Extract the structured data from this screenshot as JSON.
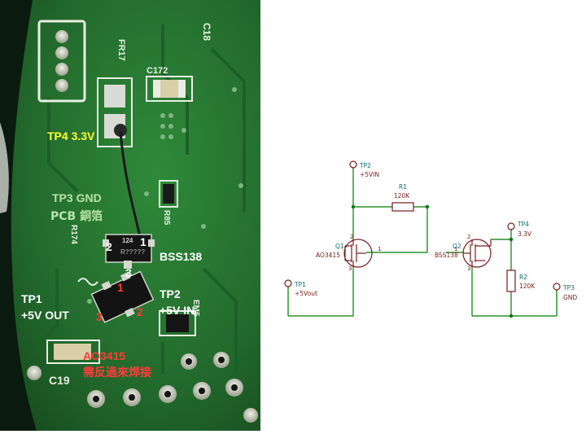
{
  "photo": {
    "silkscreen": {
      "fr17": "FR17",
      "c172": "C172",
      "c18": "C18",
      "r85": "R85",
      "r174": "R174",
      "c19": "C19",
      "em5": "EM5",
      "chip_top": "124",
      "chip_mid": "R?????"
    },
    "labels": {
      "tp4": "TP4 3.3V",
      "tp3": "TP3 GND",
      "pcb": "PCB  銅箔",
      "bss138": "BSS138",
      "tp1a": "TP1",
      "tp1b": "+5V OUT",
      "tp2a": "TP2",
      "tp2b": "+5V IN",
      "ao3415": "AO3415",
      "note": "需反過來焊接",
      "pin_q2_2": "2",
      "pin_q2_1": "1",
      "pin_q2_3": "3",
      "pin_q1_1": "1",
      "pin_q1_2": "2",
      "pin_q1_3": "3"
    }
  },
  "schematic": {
    "tp2": {
      "ref": "TP2",
      "val": "+5VIN"
    },
    "r1": {
      "ref": "R1",
      "val": "120K"
    },
    "q1": {
      "ref": "Q1",
      "val": "AO3415",
      "pin1": "1",
      "pin2": "2",
      "pin3": "3"
    },
    "q2": {
      "ref": "Q2",
      "val": "BSS138",
      "pin1": "1",
      "pin2": "2",
      "pin3": "3"
    },
    "tp4": {
      "ref": "TP4",
      "val": "3.3V"
    },
    "r2": {
      "ref": "R2",
      "val": "120K"
    },
    "tp1": {
      "ref": "TP1",
      "val": "+5Vout"
    },
    "tp3": {
      "ref": "TP3",
      "val": "GND"
    },
    "colors": {
      "wire": "#007a00",
      "component": "#7a1b1b",
      "junction": "#007a00",
      "reference": "#0a6b6b"
    }
  }
}
